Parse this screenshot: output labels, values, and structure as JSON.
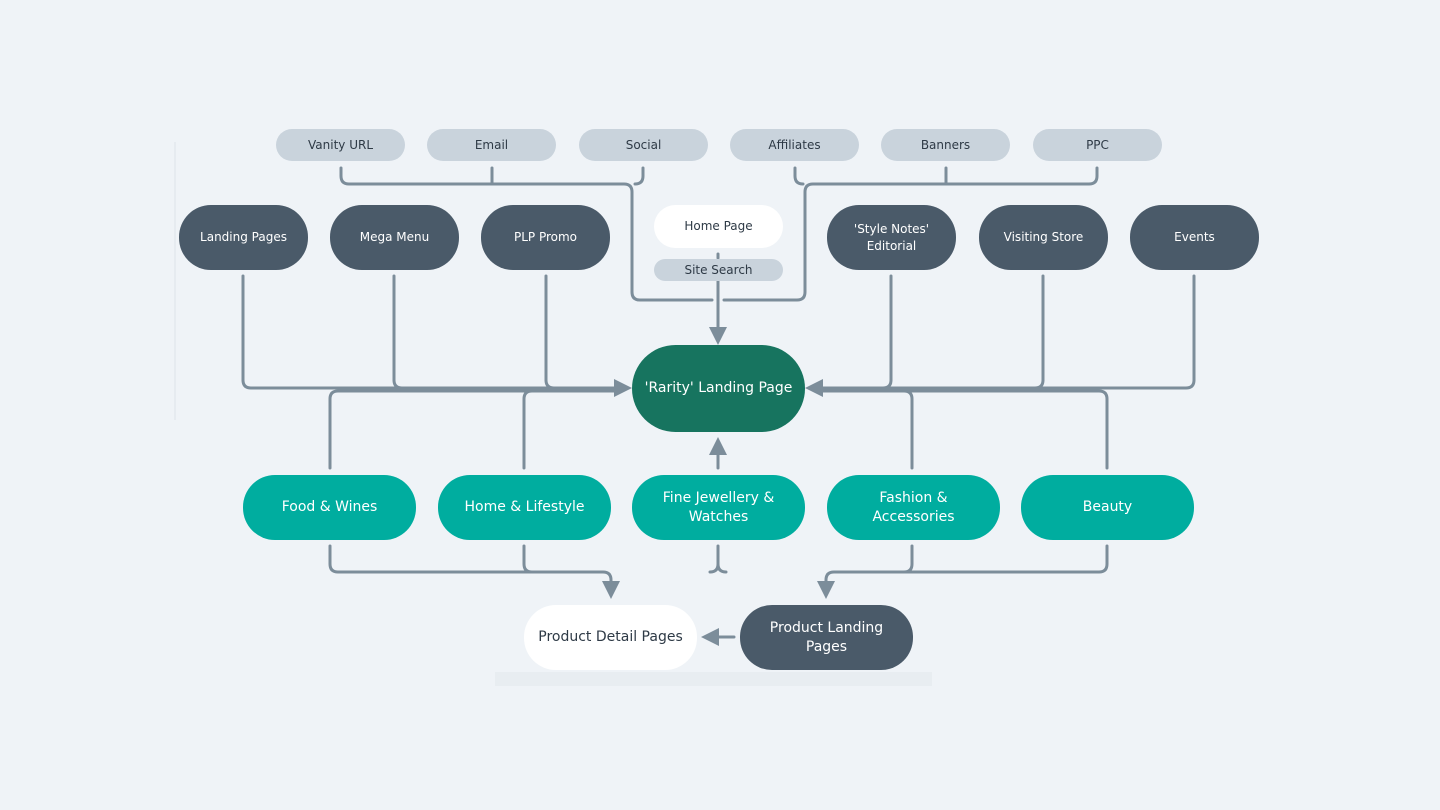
{
  "colors": {
    "background": "#eff3f7",
    "connector": "#7c8d9a",
    "source_pill": "#c9d3dc",
    "dark_node": "#4a5a69",
    "category_node": "#00ad9f",
    "hub_node": "#17745f",
    "white_node": "#ffffff"
  },
  "sources": [
    "Vanity URL",
    "Email",
    "Social",
    "Affiliates",
    "Banners",
    "PPC"
  ],
  "entry_points_left": [
    "Landing Pages",
    "Mega Menu",
    "PLP Promo"
  ],
  "entry_points_right": [
    "'Style Notes'\nEditorial",
    "Visiting Store",
    "Events"
  ],
  "home_page": "Home Page",
  "site_search": "Site Search",
  "hub": "'Rarity' Landing Page",
  "categories": [
    "Food & Wines",
    "Home & Lifestyle",
    "Fine Jewellery &\nWatches",
    "Fashion &\nAccessories",
    "Beauty"
  ],
  "product_detail": "Product Detail Pages",
  "product_landing": "Product Landing\nPages"
}
